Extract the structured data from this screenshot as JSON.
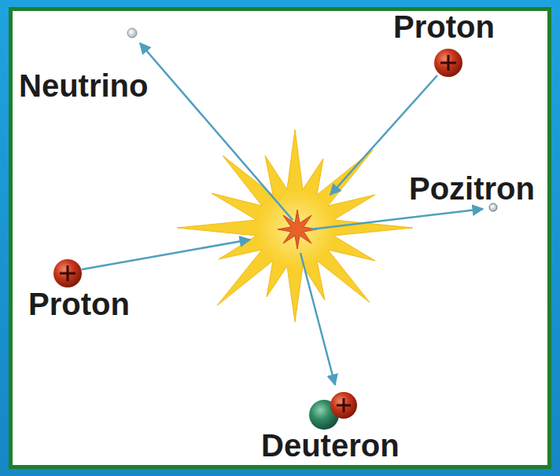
{
  "diagram": {
    "labels": [
      "Proton",
      "Neutrino",
      "Pozitron",
      "Proton",
      "Deuteron"
    ]
  }
}
